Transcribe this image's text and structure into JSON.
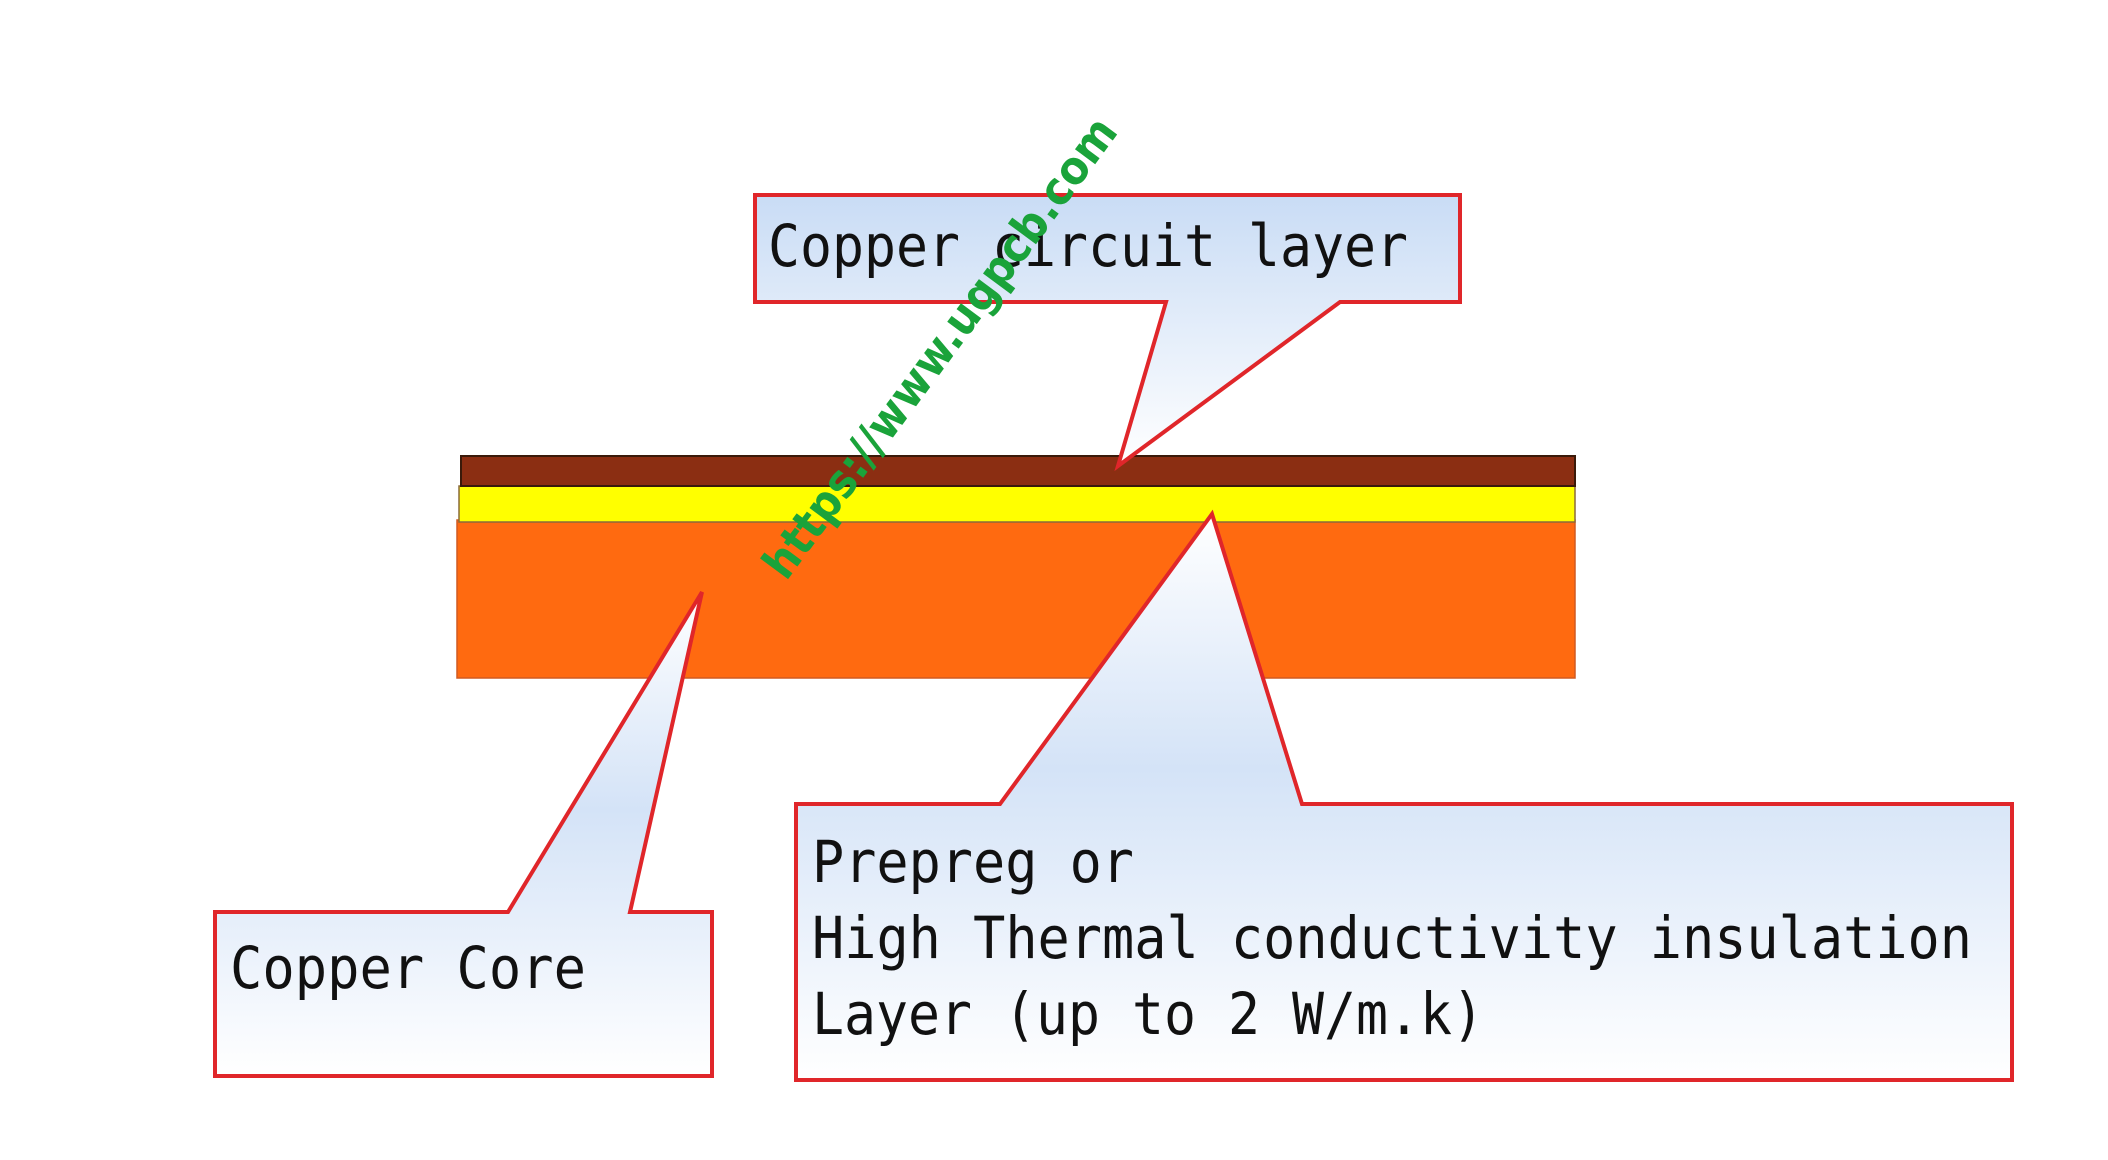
{
  "colors": {
    "copper_circuit": "#8b2e12",
    "dielectric": "#ffff00",
    "copper_core": "#ff6a10",
    "callout_border": "#e0262a",
    "callout_fill_top": "#c9dcf5",
    "callout_fill_bottom": "#ffffff",
    "watermark": "#1aa33a"
  },
  "callouts": {
    "circuit": {
      "label": "Copper circuit layer"
    },
    "core": {
      "label": "Copper Core"
    },
    "insulation": {
      "lines": [
        "Prepreg or",
        "High Thermal conductivity insulation",
        "Layer (up to 2 W/m.k)"
      ]
    }
  },
  "watermark": {
    "text": "https://www.ugpcb.com"
  }
}
